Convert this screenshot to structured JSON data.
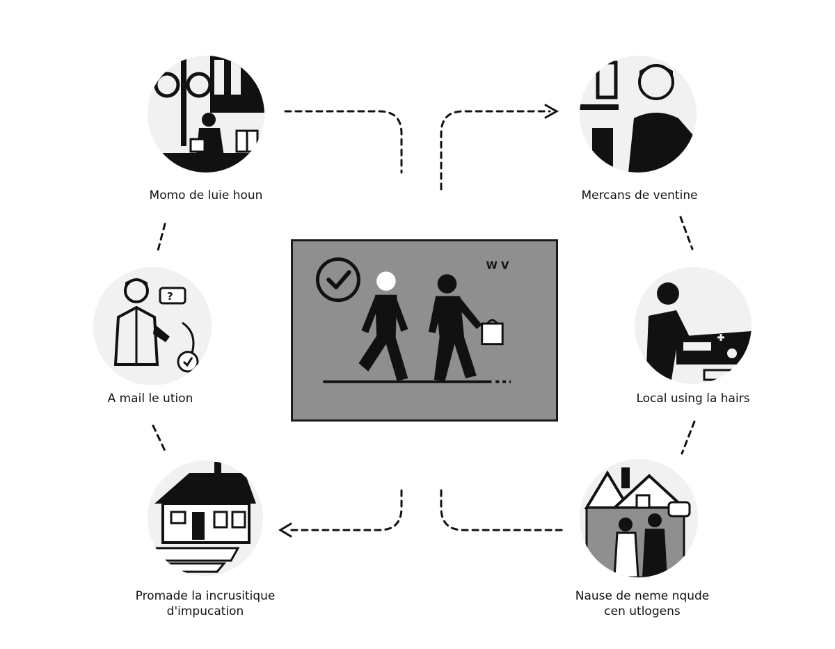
{
  "nodes": [
    {
      "id": "top-left",
      "label": "Momo de luie houn",
      "icon": "street-shop-scene-icon"
    },
    {
      "id": "top-right",
      "label": "Mercans de ventine",
      "icon": "person-portrait-icon"
    },
    {
      "id": "mid-left",
      "label": "A mail le ution",
      "icon": "person-speech-icon"
    },
    {
      "id": "mid-right",
      "label": "Local using la hairs",
      "icon": "person-device-icon"
    },
    {
      "id": "bottom-left",
      "label": [
        "Promade la incrusitique",
        "d'impucation"
      ],
      "icon": "house-icon"
    },
    {
      "id": "bottom-right",
      "label": [
        "Nause de neme nqude",
        "cen utlogens"
      ],
      "icon": "neighbors-chatting-icon"
    }
  ],
  "center": {
    "icon": "walking-figures-icon",
    "badge_icon": "checkmark-circle-icon",
    "bubble_text": "W V"
  },
  "mid-left_bubble": "?",
  "colors": {
    "ink": "#111111",
    "panel": "#8f8f8f",
    "circle_bg": "#f1f1f1",
    "panel_border": "#1a1a1a"
  }
}
